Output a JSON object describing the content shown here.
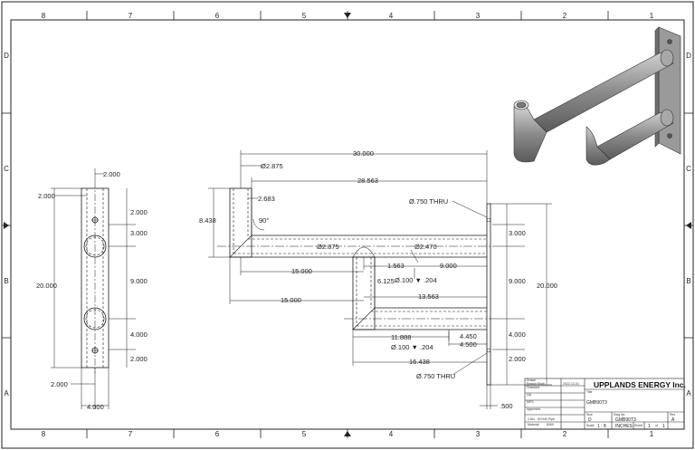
{
  "zones": {
    "columns": [
      "8",
      "7",
      "6",
      "5",
      "4",
      "3",
      "2",
      "1"
    ],
    "rows": [
      "D",
      "C",
      "B",
      "A"
    ]
  },
  "side_view": {
    "dims": {
      "top_width": "2.000",
      "left_offset": "2.000",
      "overall_height": "20.000",
      "seg1": "2.000",
      "seg2": "3.000",
      "seg3": "9.000",
      "seg4": "4.000",
      "seg5": "2.000",
      "bottom_offset": "2.000",
      "bottom_width": "4.000"
    }
  },
  "front_view": {
    "dims": {
      "overall_length": "30.000",
      "pipe_dia": "2.875",
      "inner_length": "28.563",
      "wall_offset": "2.683",
      "height": "8.438",
      "angle": "90°",
      "hole_thru_top": ".750 THRU",
      "pipe_dia_mid": "2.875",
      "pipe_dia_inner": "2.470",
      "len_15a": "15.000",
      "len_1563": "1.563",
      "len_9000": "9.000",
      "hole_100_top": ".100",
      "depth_204_top": ".204",
      "len_6125": "6.125",
      "len_13563": "13.563",
      "len_15b": "15.000",
      "len_11888": "11.888",
      "len_4450": "4.450",
      "hole_100_bot": ".100",
      "depth_204_bot": ".204",
      "len_4500": "4.500",
      "len_16438": "16.438",
      "hole_thru_bot": ".750 THRU",
      "plate_3000": "3.000",
      "plate_9000": "9.000",
      "plate_20000": "20.000",
      "plate_4000": "4.000",
      "plate_2000": "2.000",
      "plate_thk": ".500"
    }
  },
  "title_block": {
    "company": "UPPLANDS ENERGY Inc.",
    "drawn_by_label": "Drawn",
    "drawn_by": "Rashid Shah",
    "date": "2022-12-01",
    "checked_label": "Checked",
    "qa_label": "QA",
    "mfg_label": "MFG",
    "approved_label": "Approved",
    "title_label": "Title",
    "title": "GMB90T3",
    "material_label": "Material",
    "material": "6060",
    "size_note": "2.5in - SCH40 Pipe",
    "size_label": "Size",
    "size": "D",
    "dwg_label": "Dwg No",
    "dwg_no": "GMB90T3",
    "rev_label": "Rev",
    "rev": "A",
    "scale_label": "Scale",
    "scale": "1 : 8",
    "units": "INCHES",
    "sheet_label": "Sheet",
    "sheet": "1",
    "of_label": "of",
    "sheets": "1"
  },
  "colors": {
    "line": "#1a1a1a",
    "pipe": "#7e7e7e",
    "pipe_light": "#b8b8b8",
    "pipe_dark": "#555555"
  }
}
